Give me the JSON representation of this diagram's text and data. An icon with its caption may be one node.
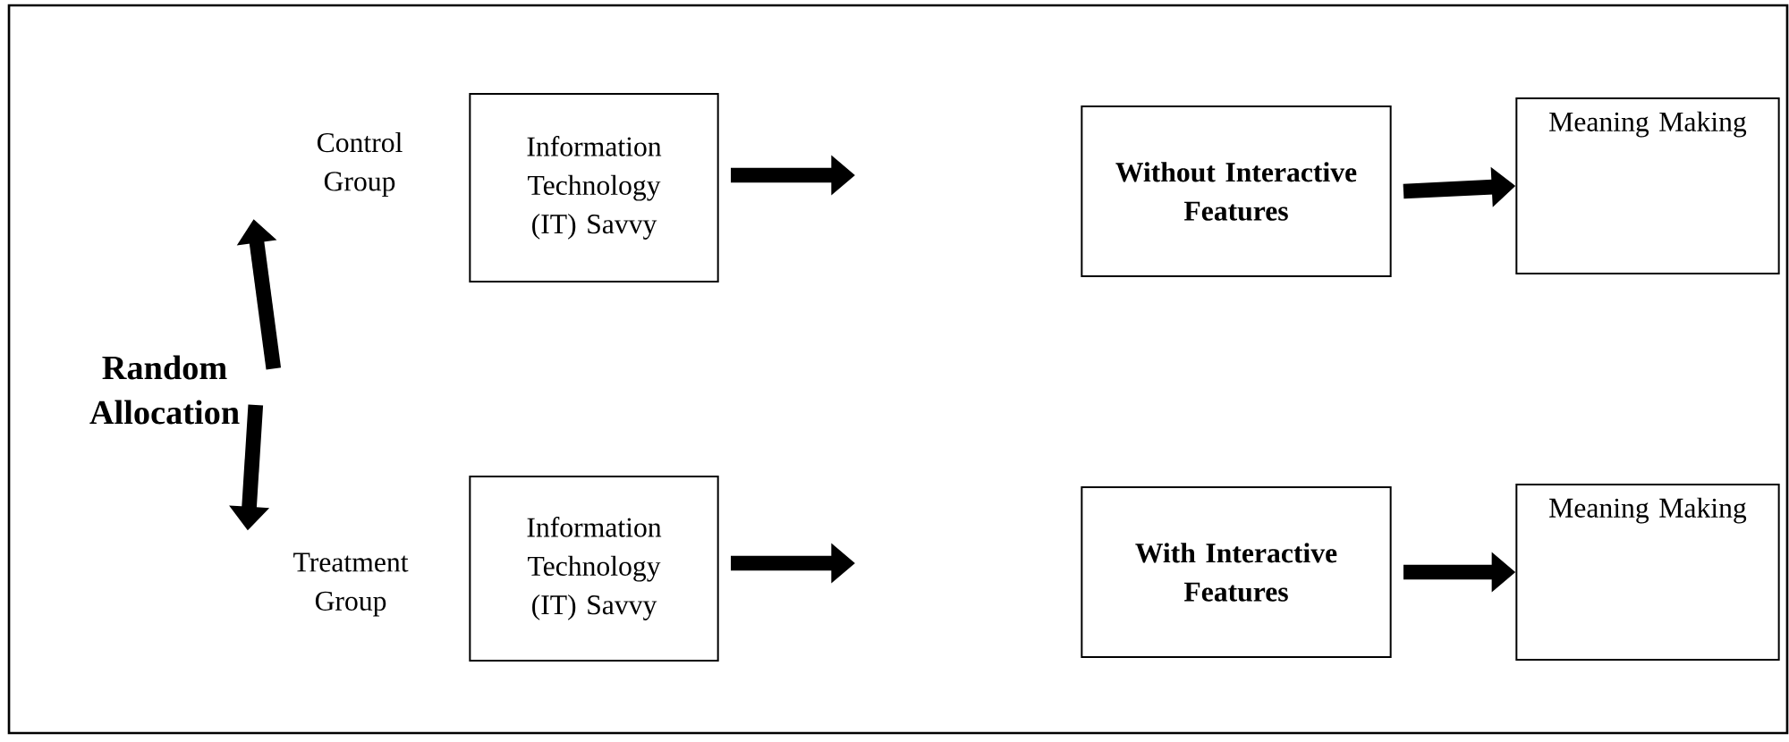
{
  "diagram": {
    "nodes": [
      {
        "text": [
          "Random Allocation"
        ]
      },
      {
        "text": [
          "Control Group"
        ]
      },
      {
        "text": [
          "Treatment Group"
        ]
      },
      {
        "text": [
          "Information Technology (IT) Savvy"
        ]
      },
      {
        "text": [
          "Information Technology (IT) Savvy"
        ]
      },
      {
        "text": [
          "Without Interactive Features"
        ]
      },
      {
        "text": [
          "With Interactive Features"
        ]
      },
      {
        "text": [
          "Meaning Making"
        ]
      },
      {
        "text": [
          "Meaning Making"
        ]
      }
    ],
    "edges": [
      {
        "from": 0,
        "to": 1,
        "arrow": "to"
      },
      {
        "from": 0,
        "to": 2,
        "arrow": "to"
      },
      {
        "from": 3,
        "to": null,
        "arrow": "to"
      },
      {
        "from": 4,
        "to": null,
        "arrow": "to"
      },
      {
        "from": 5,
        "to": 7,
        "arrow": "to"
      },
      {
        "from": 6,
        "to": 8,
        "arrow": "to"
      }
    ]
  }
}
